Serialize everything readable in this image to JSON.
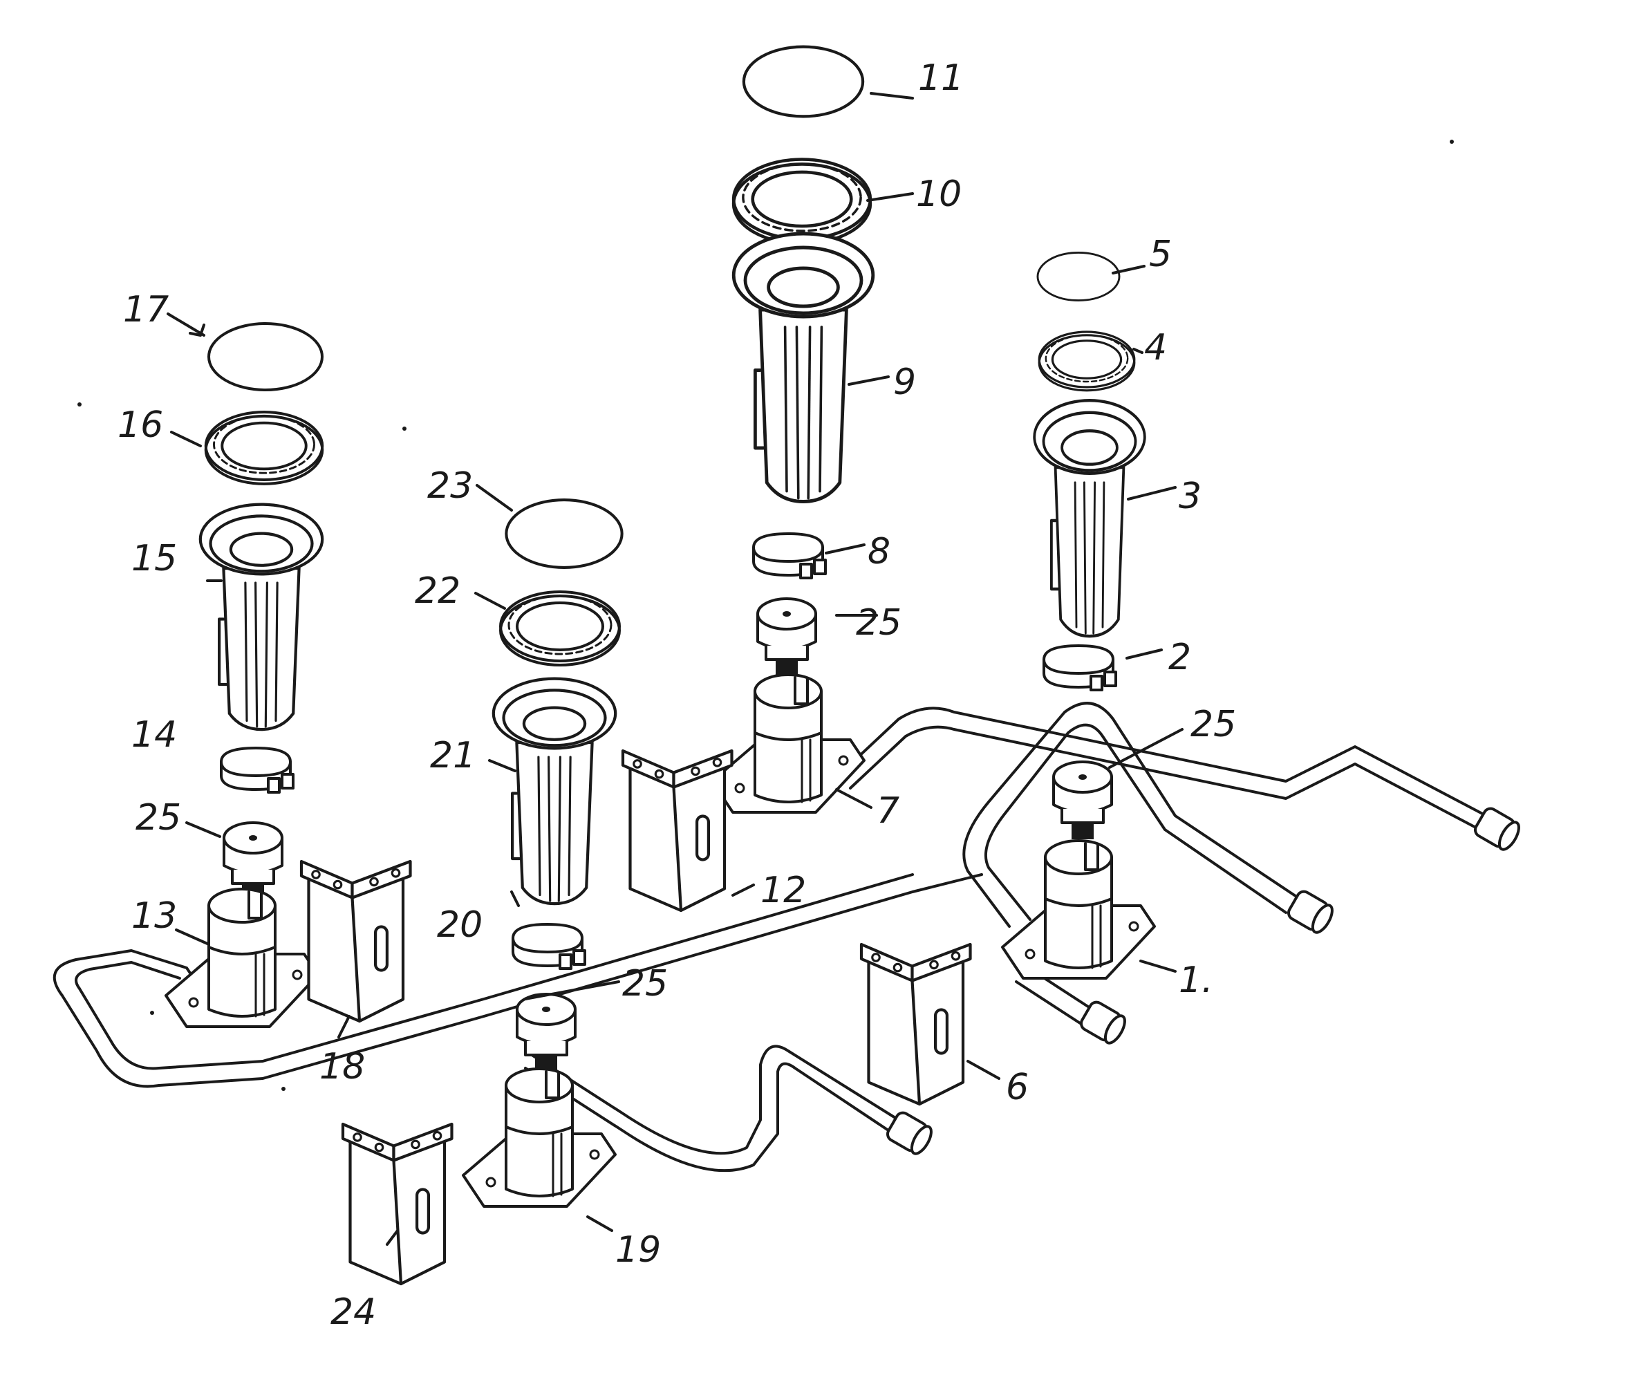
{
  "labels": {
    "l1": "1.",
    "l2": "2",
    "l3": "3",
    "l4": "4",
    "l5": "5",
    "l6": "6",
    "l7": "7",
    "l8": "8",
    "l9": "9",
    "l10": "10",
    "l11": "11",
    "l12": "12",
    "l13": "13",
    "l14": "14",
    "l15": "15",
    "l16": "16",
    "l17": "17",
    "l18": "18",
    "l19": "19",
    "l20": "20",
    "l21": "21",
    "l22": "22",
    "l23": "23",
    "l24": "24",
    "l25a": "25",
    "l25b": "25",
    "l25c": "25",
    "l25d": "25"
  }
}
